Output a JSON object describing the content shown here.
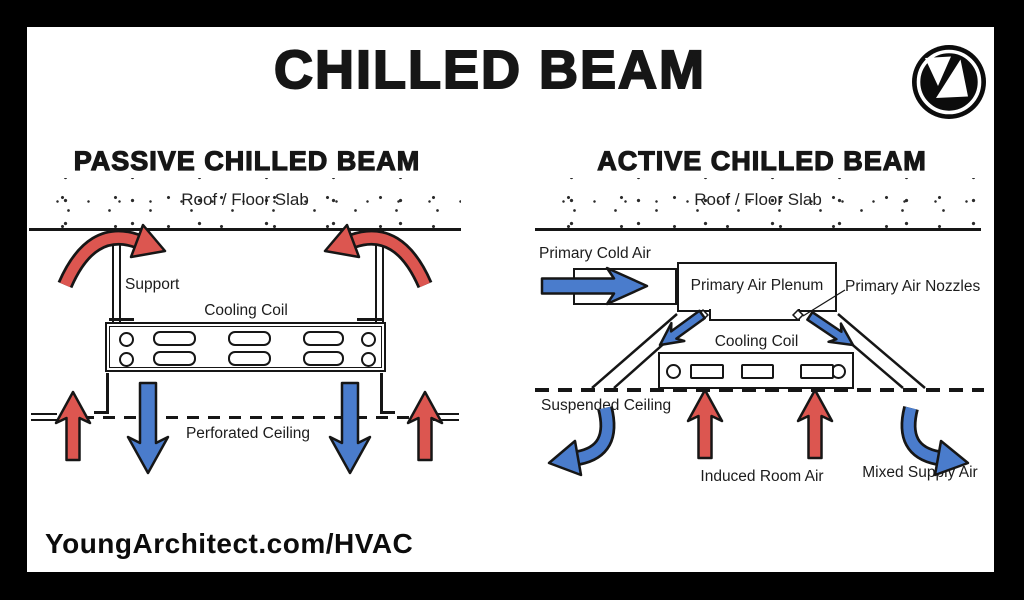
{
  "page": {
    "title": "CHILLED BEAM",
    "watermark": "YoungArchitect.com/HVAC",
    "logo": "Young Architect monogram"
  },
  "colors": {
    "warm_air": "#dc5650",
    "cool_air": "#4a7ccc",
    "ink": "#161616",
    "frame": "#000000",
    "paper": "#ffffff"
  },
  "passive": {
    "title": "PASSIVE CHILLED BEAM",
    "labels": {
      "slab": "Roof / Floor Slab",
      "support": "Support",
      "coil": "Cooling Coil",
      "ceiling": "Perforated Ceiling"
    }
  },
  "active": {
    "title": "ACTIVE CHILLED BEAM",
    "labels": {
      "slab": "Roof / Floor Slab",
      "primary_cold_air": "Primary Cold Air",
      "plenum": "Primary Air Plenum",
      "nozzles": "Primary Air Nozzles",
      "coil": "Cooling Coil",
      "ceiling": "Suspended Ceiling",
      "induced": "Induced Room Air",
      "mixed": "Mixed Supply Air"
    }
  }
}
